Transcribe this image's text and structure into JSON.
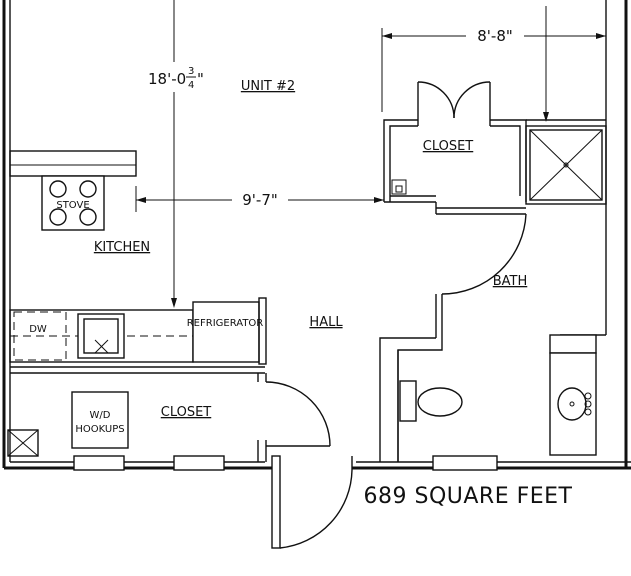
{
  "unit_label": "UNIT #2",
  "rooms": {
    "kitchen": "KITCHEN",
    "closet_top": "CLOSET",
    "closet_bottom": "CLOSET",
    "hall": "HALL",
    "bath": "BATH"
  },
  "fixtures": {
    "stove": "STOVE",
    "dishwasher": "DW",
    "refrigerator": "REFRIGERATOR",
    "wd_line1": "W/D",
    "wd_line2": "HOOKUPS"
  },
  "dimensions": {
    "vertical": "18'-0",
    "vertical_fraction_num": "3",
    "vertical_fraction_den": "4",
    "vertical_inch": "\"",
    "horizontal_kitchen": "9'-7\"",
    "horizontal_top": "8'-8\""
  },
  "area_label": "689 SQUARE FEET"
}
